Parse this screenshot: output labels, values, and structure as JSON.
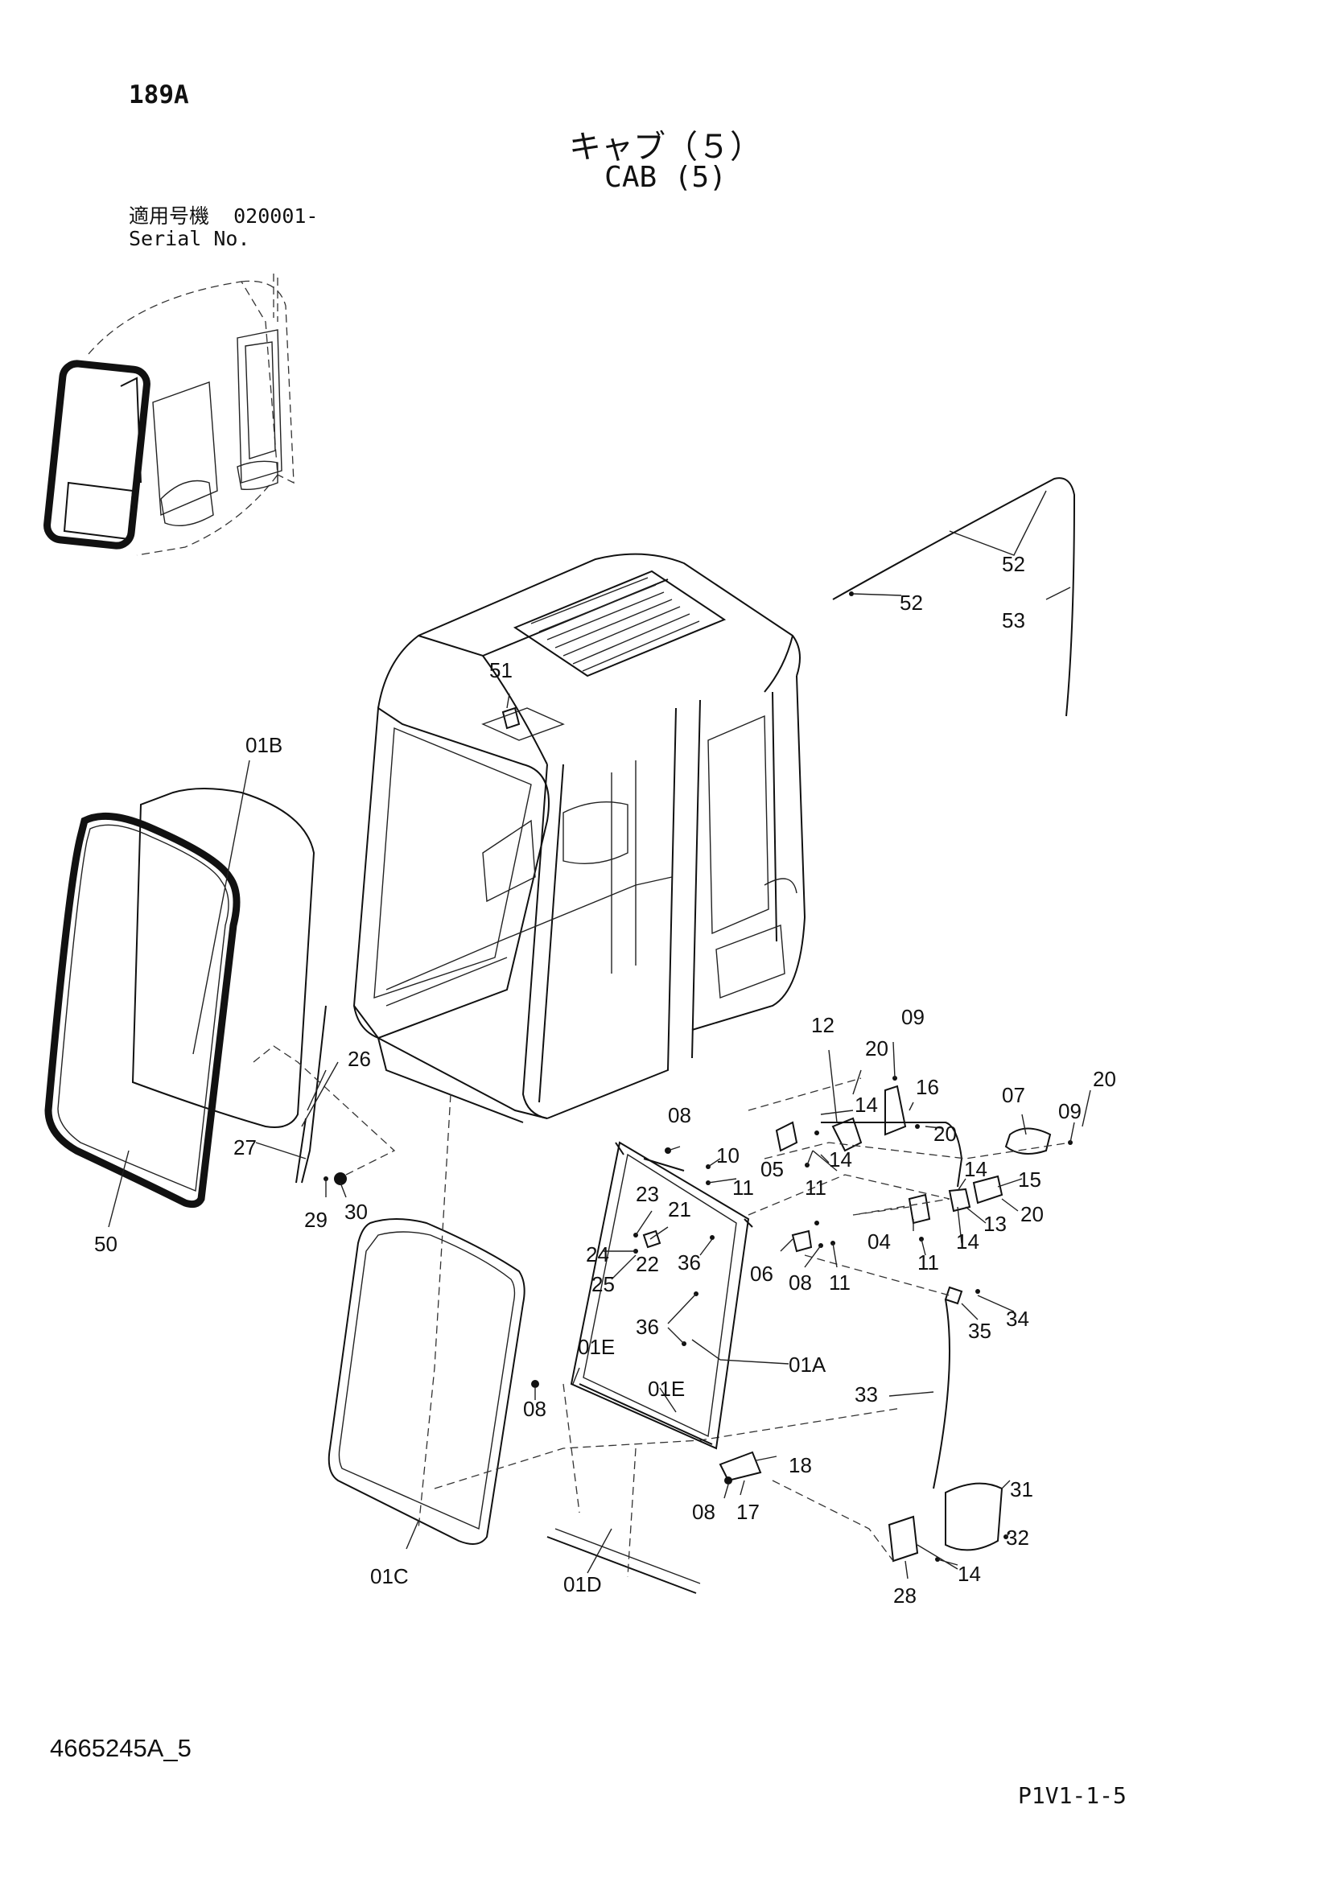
{
  "header": {
    "page_code": "189A",
    "title_jp": "キャブ（５）",
    "title_en": "CAB (5)",
    "serial_label_jp": "適用号機",
    "serial_value": "020001-",
    "serial_label_en": "Serial No."
  },
  "footer": {
    "drawing_number": "4665245A_5",
    "sheet_number": "P1V1-1-5"
  },
  "callouts": {
    "c51": "51",
    "c52a": "52",
    "c52b": "52",
    "c53": "53",
    "c01B": "01B",
    "c26": "26",
    "c27": "27",
    "c29": "29",
    "c30": "30",
    "c50": "50",
    "c12": "12",
    "c09a": "09",
    "c20a": "20",
    "c16": "16",
    "c14a": "14",
    "c20b": "20",
    "c07": "07",
    "c09b": "09",
    "c20c": "20",
    "c08a": "08",
    "c10": "10",
    "c05": "05",
    "c11a": "11",
    "c14b": "14",
    "c11b": "11",
    "c14c": "14",
    "c15": "15",
    "c13": "13",
    "c20d": "20",
    "c23": "23",
    "c21": "21",
    "c24": "24",
    "c22": "22",
    "c25": "25",
    "c36a": "36",
    "c06": "06",
    "c08b": "08",
    "c11c": "11",
    "c04": "04",
    "c11d": "11",
    "c14d": "14",
    "c34": "34",
    "c35": "35",
    "c36b": "36",
    "c01A": "01A",
    "c01Ea": "01E",
    "c33": "33",
    "c08c": "08",
    "c01Eb": "01E",
    "c18": "18",
    "c08d": "08",
    "c17": "17",
    "c31": "31",
    "c32": "32",
    "c14e": "14",
    "c28": "28",
    "c01C": "01C",
    "c01D": "01D"
  }
}
